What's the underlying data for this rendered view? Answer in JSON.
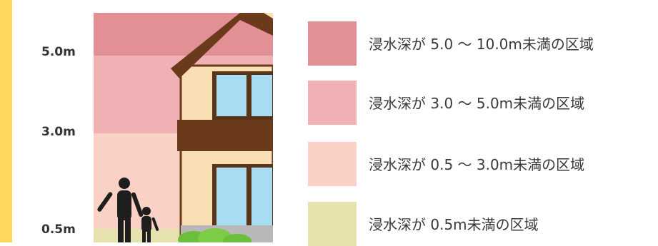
{
  "colors": {
    "accent": "#ffd75a",
    "zone_5_10": "#e38f96",
    "zone_3_5": "#f0b1b4",
    "zone_05_3": "#f9d2c5",
    "zone_under_05": "#e6e2ad"
  },
  "depth_labels": {
    "level_5": "5.0m",
    "level_3": "3.0m",
    "level_05": "0.5m"
  },
  "legend": [
    {
      "label": "浸水深が 5.0 ～ 10.0m未満の区域",
      "color": "#e38f96"
    },
    {
      "label": "浸水深が 3.0 ～ 5.0m未満の区域",
      "color": "#f0b1b4"
    },
    {
      "label": "浸水深が 0.5 ～ 3.0m未満の区域",
      "color": "#f9d2c5"
    },
    {
      "label": "浸水深が 0.5m未満の区域",
      "color": "#e6e2ad"
    }
  ],
  "illustration": {
    "icons": [
      "house-icon",
      "adult-silhouette-icon",
      "child-silhouette-icon",
      "shrub-icon"
    ]
  }
}
